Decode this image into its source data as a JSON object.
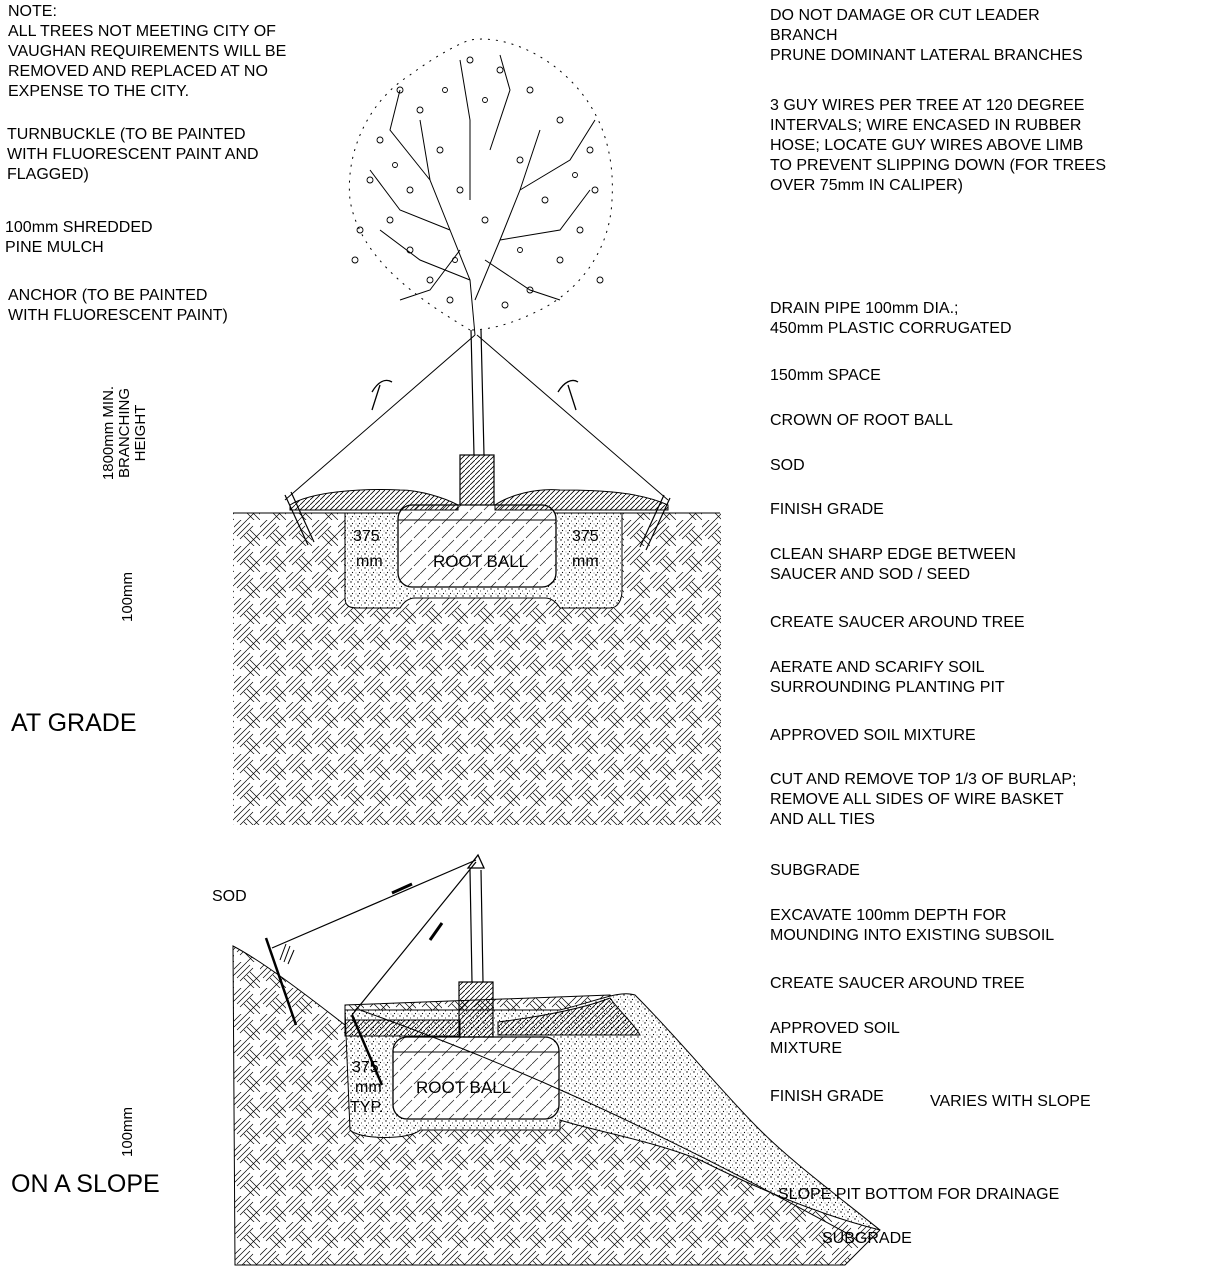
{
  "left_notes": {
    "note": "NOTE:\nALL TREES NOT MEETING CITY OF\nVAUGHAN REQUIREMENTS WILL BE\nREMOVED AND REPLACED AT NO\nEXPENSE TO THE CITY.",
    "turnbuckle": "TURNBUCKLE (TO BE PAINTED\nWITH FLUORESCENT PAINT AND\nFLAGGED)",
    "mulch": "100mm SHREDDED\nPINE MULCH",
    "anchor": "ANCHOR (TO BE PAINTED\nWITH FLUORESCENT PAINT)",
    "sod_slope": "SOD"
  },
  "dimensions": {
    "branching_height": "1800mm MIN.\nBRANCHING\nHEIGHT",
    "depth_top": "100mm",
    "depth_bottom": "100mm"
  },
  "titles": {
    "at_grade": "AT GRADE",
    "on_slope": "ON A SLOPE"
  },
  "drawing_labels": {
    "space_375": "375",
    "mm": "mm",
    "typ": "TYP.",
    "root_ball_top": "ROOT  BALL",
    "root_ball_bottom": "ROOT BALL"
  },
  "right_notes": {
    "leader": "DO NOT DAMAGE OR CUT LEADER\nBRANCH\nPRUNE DOMINANT LATERAL BRANCHES",
    "guy_wires": "3 GUY WIRES PER TREE AT 120 DEGREE\nINTERVALS; WIRE ENCASED IN RUBBER\nHOSE; LOCATE GUY WIRES ABOVE LIMB\nTO PREVENT SLIPPING DOWN (FOR TREES\nOVER 75mm IN CALIPER)",
    "drain": "DRAIN PIPE 100mm DIA.;\n450mm PLASTIC CORRUGATED",
    "space": "150mm SPACE",
    "crown": "CROWN OF ROOT BALL",
    "sod": "SOD",
    "finish_grade": "FINISH GRADE",
    "clean_edge": "CLEAN SHARP EDGE BETWEEN\nSAUCER AND SOD / SEED",
    "saucer": "CREATE SAUCER AROUND TREE",
    "aerate": "AERATE AND SCARIFY SOIL\nSURROUNDING PLANTING PIT",
    "soil_mix": "APPROVED SOIL MIXTURE",
    "burlap": "CUT AND REMOVE TOP 1/3 OF BURLAP;\nREMOVE ALL SIDES OF WIRE BASKET\nAND ALL TIES",
    "subgrade": "SUBGRADE",
    "excavate": "EXCAVATE 100mm DEPTH FOR\nMOUNDING INTO EXISTING SUBSOIL",
    "saucer2": "CREATE SAUCER AROUND TREE",
    "soil_mix2": "APPROVED SOIL\n MIXTURE",
    "finish_grade2": "FINISH GRADE",
    "varies": "VARIES WITH SLOPE",
    "slope_pit": "SLOPE PIT BOTTOM FOR DRAINAGE",
    "subgrade2": "SUBGRADE"
  }
}
